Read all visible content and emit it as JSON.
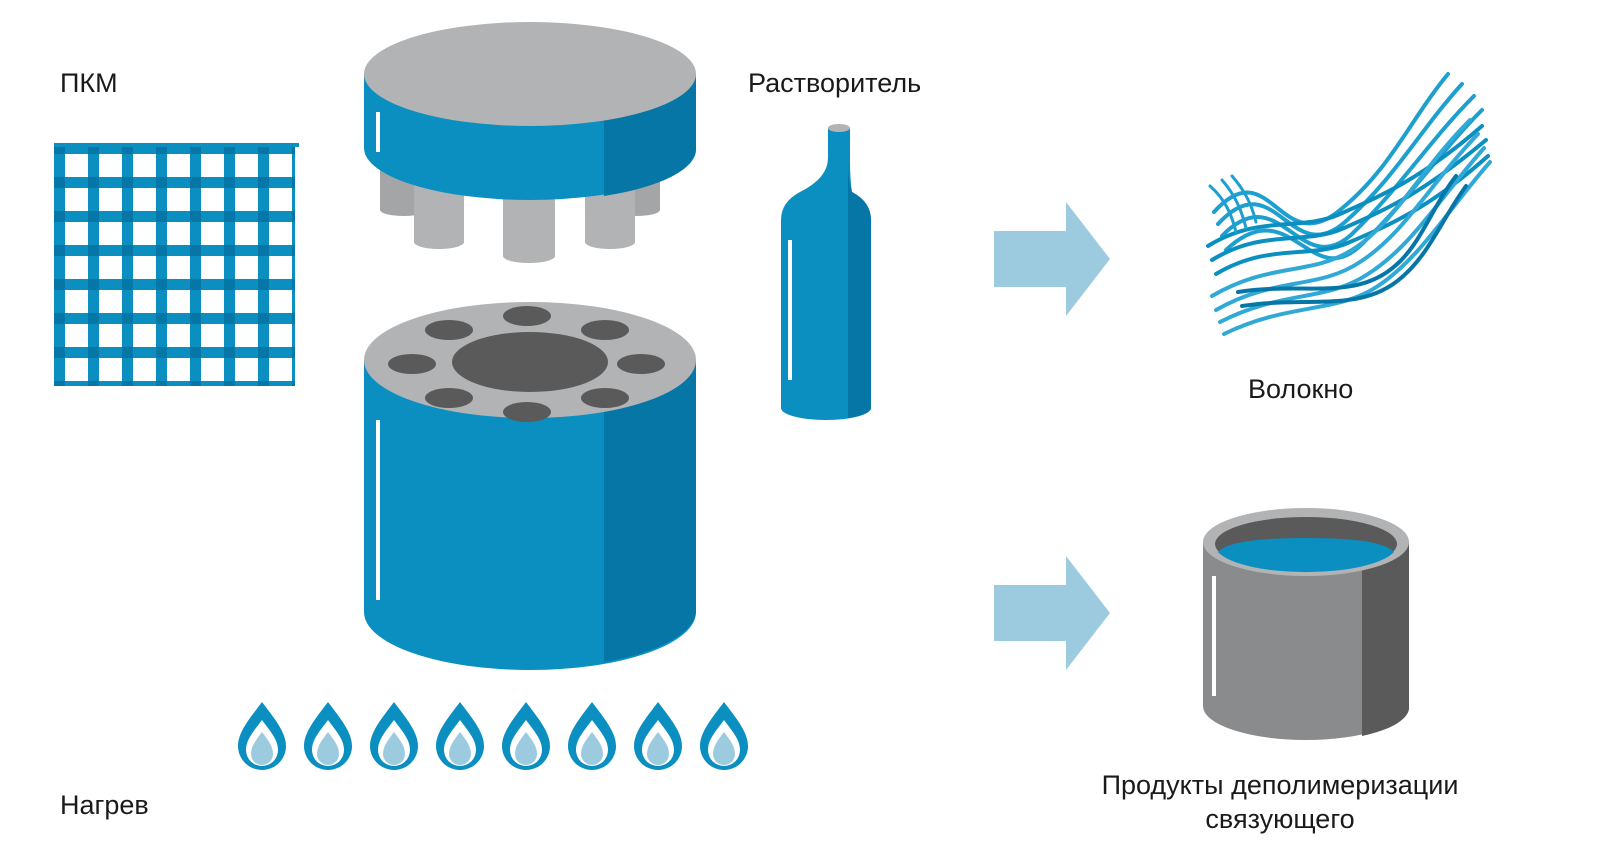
{
  "labels": {
    "composite": "ПКМ",
    "solvent": "Растворитель",
    "fiber": "Волокно",
    "heating": "Нагрев",
    "products_line1": "Продукты деполимеризации",
    "products_line2": "связующего"
  },
  "icons": {
    "composite": "woven-fabric-icon",
    "reactor_lid": "reactor-lid-icon",
    "reactor_body": "reactor-vessel-icon",
    "solvent": "bottle-icon",
    "fiber": "fiber-strands-icon",
    "products": "container-icon",
    "heat": "flame-icon",
    "arrow": "arrow-right-icon"
  },
  "colors": {
    "blue": "#0a8fc0",
    "blue_dark": "#0676a6",
    "blue_light": "#9ccbe0",
    "gray": "#b1b3b4",
    "gray_dark": "#5a5a5a",
    "gray_mid": "#8a8b8c"
  },
  "flame_count": 8
}
